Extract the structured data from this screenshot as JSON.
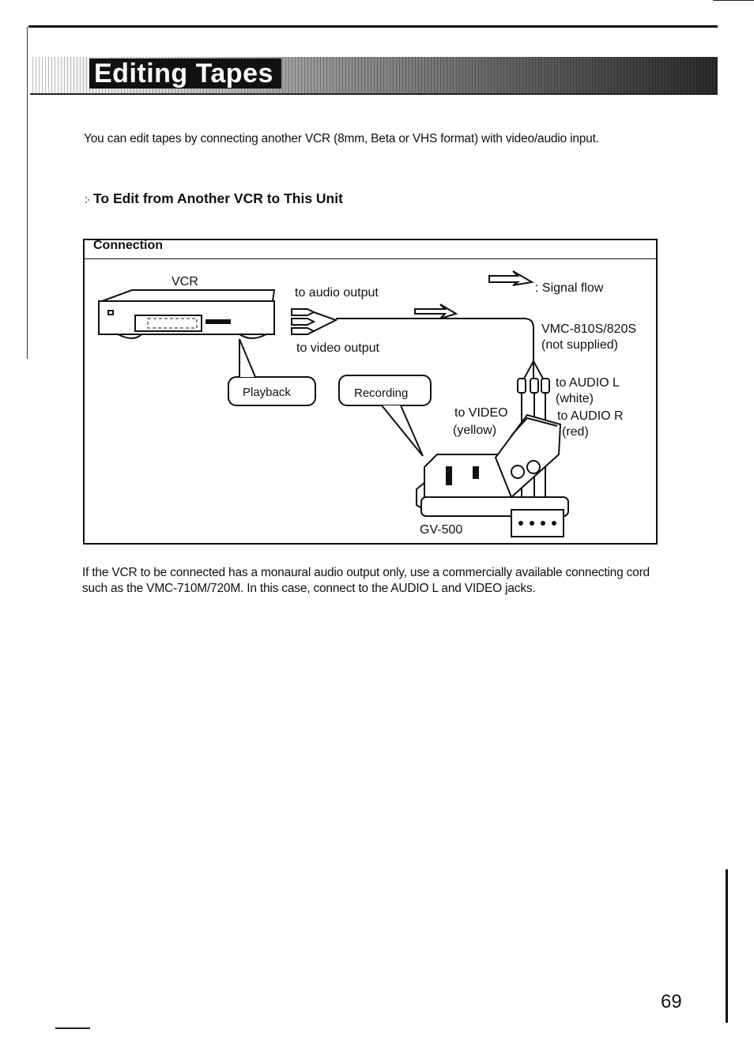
{
  "page": {
    "title": "Editing Tapes",
    "intro": "You can edit tapes by connecting another VCR (8mm, Beta or VHS format) with video/audio input.",
    "section_heading": "To Edit from Another VCR to This Unit",
    "footer_note": "If the VCR to be connected has a monaural audio output only, use a commercially available connecting cord such as the VMC-710M/720M. In this case, connect to the AUDIO L and VIDEO jacks.",
    "page_number": "69"
  },
  "diagram": {
    "box_label": "Connection",
    "vcr_label": "VCR",
    "audio_output_label": "to audio output",
    "video_output_label": "to video output",
    "signal_flow_label": ": Signal flow",
    "cable_model": "VMC-810S/820S",
    "cable_note": "(not supplied)",
    "audio_l_label": "to AUDIO L",
    "audio_l_color": "(white)",
    "audio_r_label": "to AUDIO R",
    "audio_r_color": "(red)",
    "video_label": "to VIDEO",
    "video_color": "(yellow)",
    "playback_label": "Playback",
    "recording_label": "Recording",
    "unit_label": "GV-500"
  }
}
